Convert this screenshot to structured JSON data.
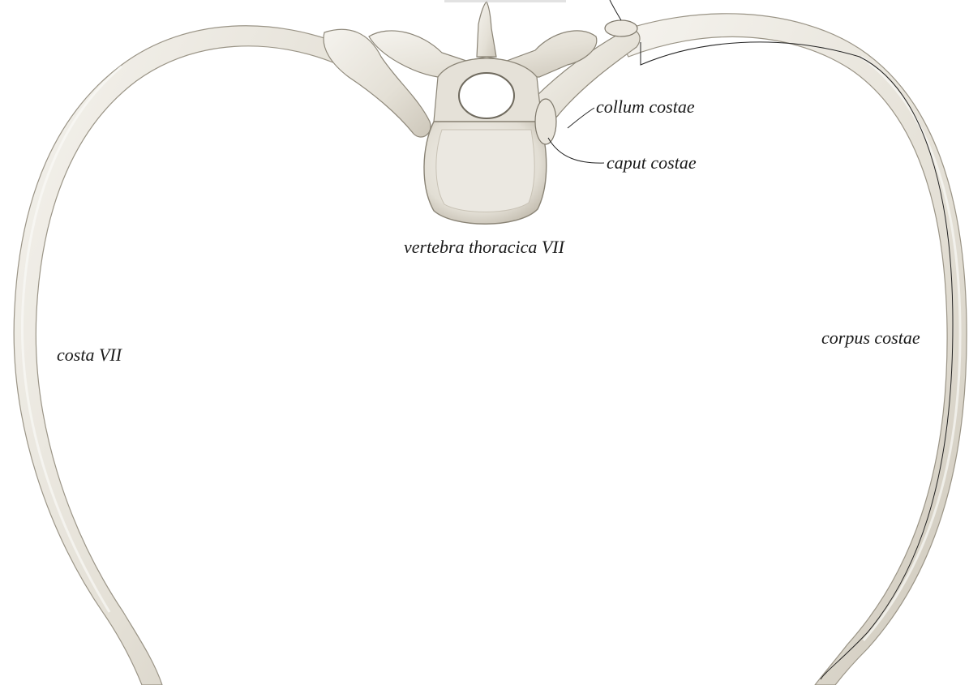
{
  "labels": {
    "collum_costae": "collum costae",
    "caput_costae": "caput costae",
    "vertebra": "vertebra thoracica VII",
    "costa": "costa VII",
    "corpus_costae": "corpus costae"
  },
  "colors": {
    "bone_fill": "#e9e5dc",
    "bone_light": "#f4f2ec",
    "bone_shadow": "#b6b0a2",
    "bone_outline": "#8f897b",
    "leader_line": "#222222",
    "background": "#ffffff"
  }
}
